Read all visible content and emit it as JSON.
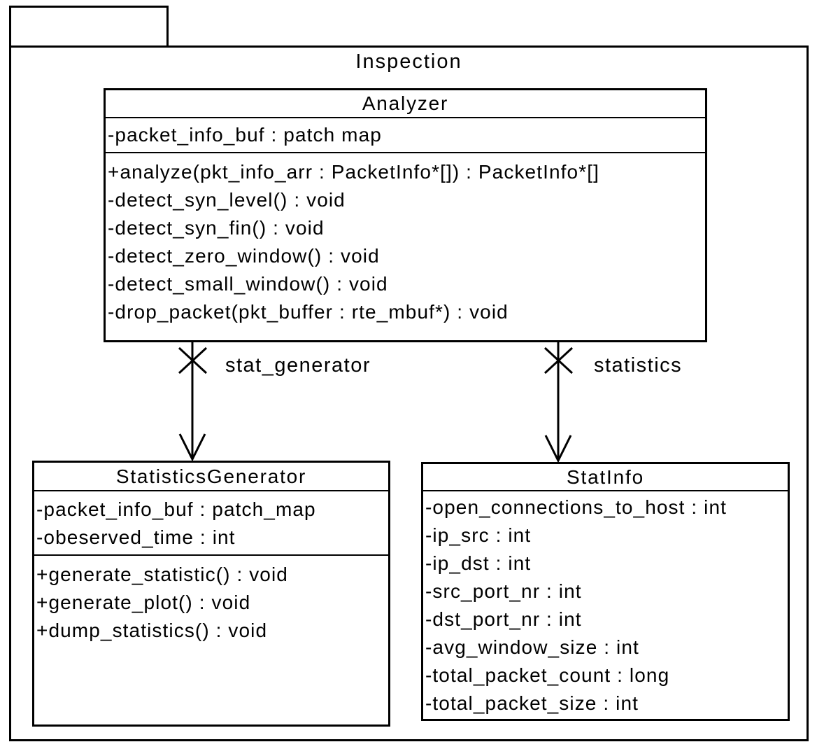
{
  "package": {
    "name": "Inspection"
  },
  "classes": {
    "analyzer": {
      "name": "Analyzer",
      "attributes": [
        "-packet_info_buf : patch map"
      ],
      "methods": [
        "+analyze(pkt_info_arr : PacketInfo*[]) : PacketInfo*[]",
        "-detect_syn_level() : void",
        "-detect_syn_fin() : void",
        "-detect_zero_window() : void",
        "-detect_small_window() : void",
        "-drop_packet(pkt_buffer : rte_mbuf*) : void"
      ]
    },
    "statistics_generator": {
      "name": "StatisticsGenerator",
      "attributes": [
        "-packet_info_buf : patch_map",
        "-obeserved_time : int"
      ],
      "methods": [
        "+generate_statistic() : void",
        "+generate_plot() : void",
        "+dump_statistics() : void"
      ]
    },
    "stat_info": {
      "name": "StatInfo",
      "attributes": [
        "-open_connections_to_host : int",
        "-ip_src : int",
        "-ip_dst : int",
        "-src_port_nr : int",
        "-dst_port_nr : int",
        "-avg_window_size : int",
        "-total_packet_count : long",
        "-total_packet_size : int"
      ],
      "methods": []
    }
  },
  "associations": [
    {
      "label": "stat_generator",
      "from": "Analyzer",
      "to": "StatisticsGenerator",
      "source_marker": "x",
      "target_marker": "open-arrow"
    },
    {
      "label": "statistics",
      "from": "Analyzer",
      "to": "StatInfo",
      "source_marker": "x",
      "target_marker": "open-arrow"
    }
  ],
  "colors": {
    "line": "#000000",
    "background": "#ffffff",
    "text": "#000000"
  }
}
